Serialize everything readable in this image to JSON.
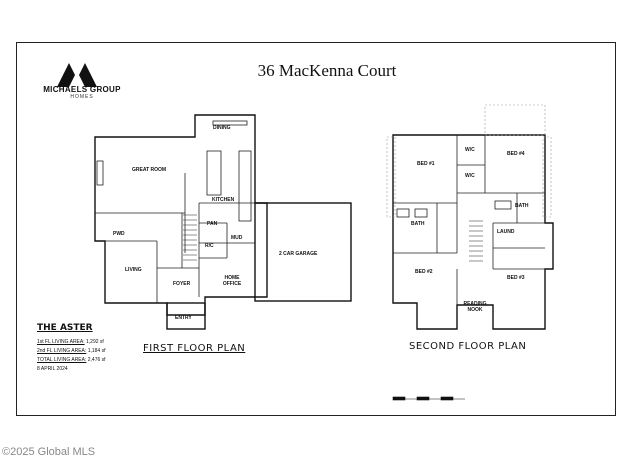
{
  "logo": {
    "name": "MICHAELS GROUP",
    "sub": "HOMES"
  },
  "address": "36 MacKenna Court",
  "model_name": "THE ASTER",
  "areas": [
    {
      "label": "1st FL LIVING AREA:",
      "value": "1,292 sf"
    },
    {
      "label": "2nd FL LIVING AREA:",
      "value": "1,184 sf"
    },
    {
      "label": "TOTAL LIVING AREA:",
      "value": "2,476 sf"
    }
  ],
  "date": "8 APRIL 2024",
  "first_floor": {
    "title": "FIRST FLOOR PLAN",
    "rooms": {
      "dining": "DINING",
      "great_room": "GREAT ROOM",
      "kitchen": "KITCHEN",
      "pan": "PAN",
      "pwd": "PWD",
      "mud": "MUD",
      "ric": "R/C",
      "living": "LIVING",
      "foyer": "FOYER",
      "home_office": "HOME OFFICE",
      "entry": "ENTRY",
      "garage": "2 CAR GARAGE"
    }
  },
  "second_floor": {
    "title": "SECOND FLOOR PLAN",
    "rooms": {
      "bed1": "BED #1",
      "bed4": "BED #4",
      "wic1": "W/C",
      "wic2": "W/C",
      "bath1": "BATH",
      "bath2": "BATH",
      "laund": "LAUND",
      "bed2": "BED #2",
      "bed3": "BED #3",
      "reading_nook": "READING NOOK"
    }
  },
  "watermark": "©2025 Global MLS"
}
